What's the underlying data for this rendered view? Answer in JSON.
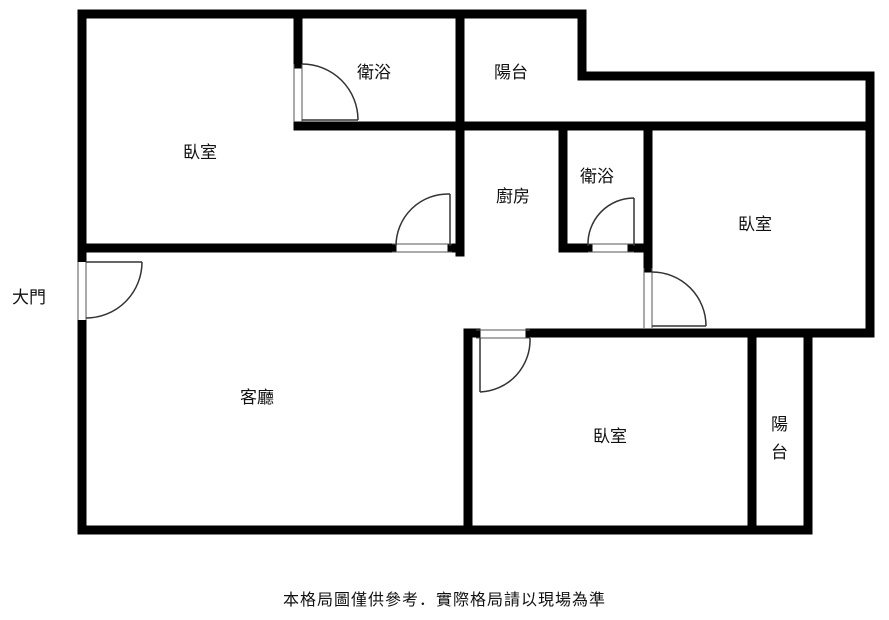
{
  "rooms": {
    "bedroom_main": "臥室",
    "bath_top": "衛浴",
    "balcony_top": "陽台",
    "kitchen": "廚房",
    "bath_mid": "衛浴",
    "bedroom_right": "臥室",
    "living": "客廳",
    "bedroom_bottom": "臥室",
    "balcony_side_1": "陽",
    "balcony_side_2": "台"
  },
  "entrance_label": "大門",
  "disclaimer": "本格局圖僅供參考．實際格局請以現場為準"
}
